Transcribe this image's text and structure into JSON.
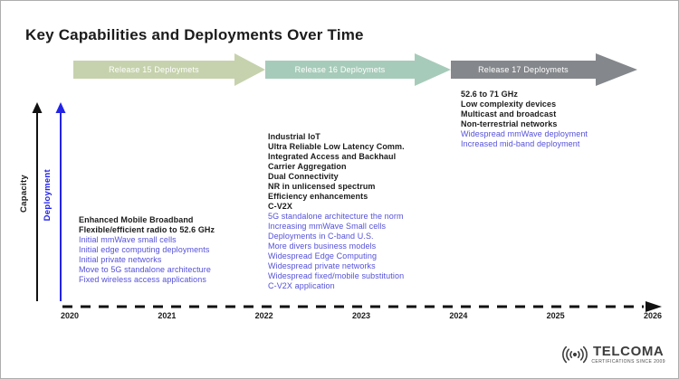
{
  "title": "Key Capabilities and Deployments Over Time",
  "timeline_arrows": [
    {
      "label": "Release 15 Deploymets",
      "color": "#c6d2ad"
    },
    {
      "label": "Release 16 Deploymets",
      "color": "#a7cbba"
    },
    {
      "label": "Release 17 Deploymets",
      "color": "#84878b"
    }
  ],
  "axes": {
    "capacity_label": "Capacity",
    "deployment_label": "Deployment",
    "years": [
      "2020",
      "2021",
      "2022",
      "2023",
      "2024",
      "2025",
      "2026"
    ]
  },
  "blocks": {
    "era2020": {
      "black": [
        "Enhanced Mobile Broadband",
        "Flexible/efficient radio to 52.6 GHz"
      ],
      "blue": [
        "Initial mmWave small cells",
        "Initial edge computing deployments",
        "Initial private networks",
        "Move to 5G standalone architecture",
        "Fixed wireless access applications"
      ]
    },
    "era2022": {
      "black": [
        "Industrial IoT",
        "Ultra Reliable Low Latency Comm.",
        "Integrated Access and Backhaul",
        "Carrier Aggregation",
        "Dual Connectivity",
        "NR in unlicensed spectrum",
        "Efficiency enhancements",
        "C-V2X"
      ],
      "blue": [
        "5G standalone architecture the norm",
        "Increasing mmWave Small cells",
        "Deployments in C-band U.S.",
        "More divers business models",
        "Widespread Edge Computing",
        "Widespread private networks",
        "Widespread fixed/mobile  substitution",
        "C-V2X application"
      ]
    },
    "era2024": {
      "black": [
        "52.6 to 71 GHz",
        "Low complexity devices",
        "Multicast and broadcast",
        "Non-terrestrial networks"
      ],
      "blue": [
        "Widespread mmWave deployment",
        "Increased mid-band deployment"
      ]
    }
  },
  "logo": {
    "name": "TELCOMA",
    "tagline": "CERTIFICATIONS SINCE 2009"
  },
  "colors": {
    "blue_text": "#5450d9",
    "deployment_axis_blue": "#2323e8",
    "black_text": "#1b1b1b",
    "release15_green": "#c6d2ad",
    "release16_mint": "#a7cbba",
    "release17_gray": "#84878b"
  }
}
